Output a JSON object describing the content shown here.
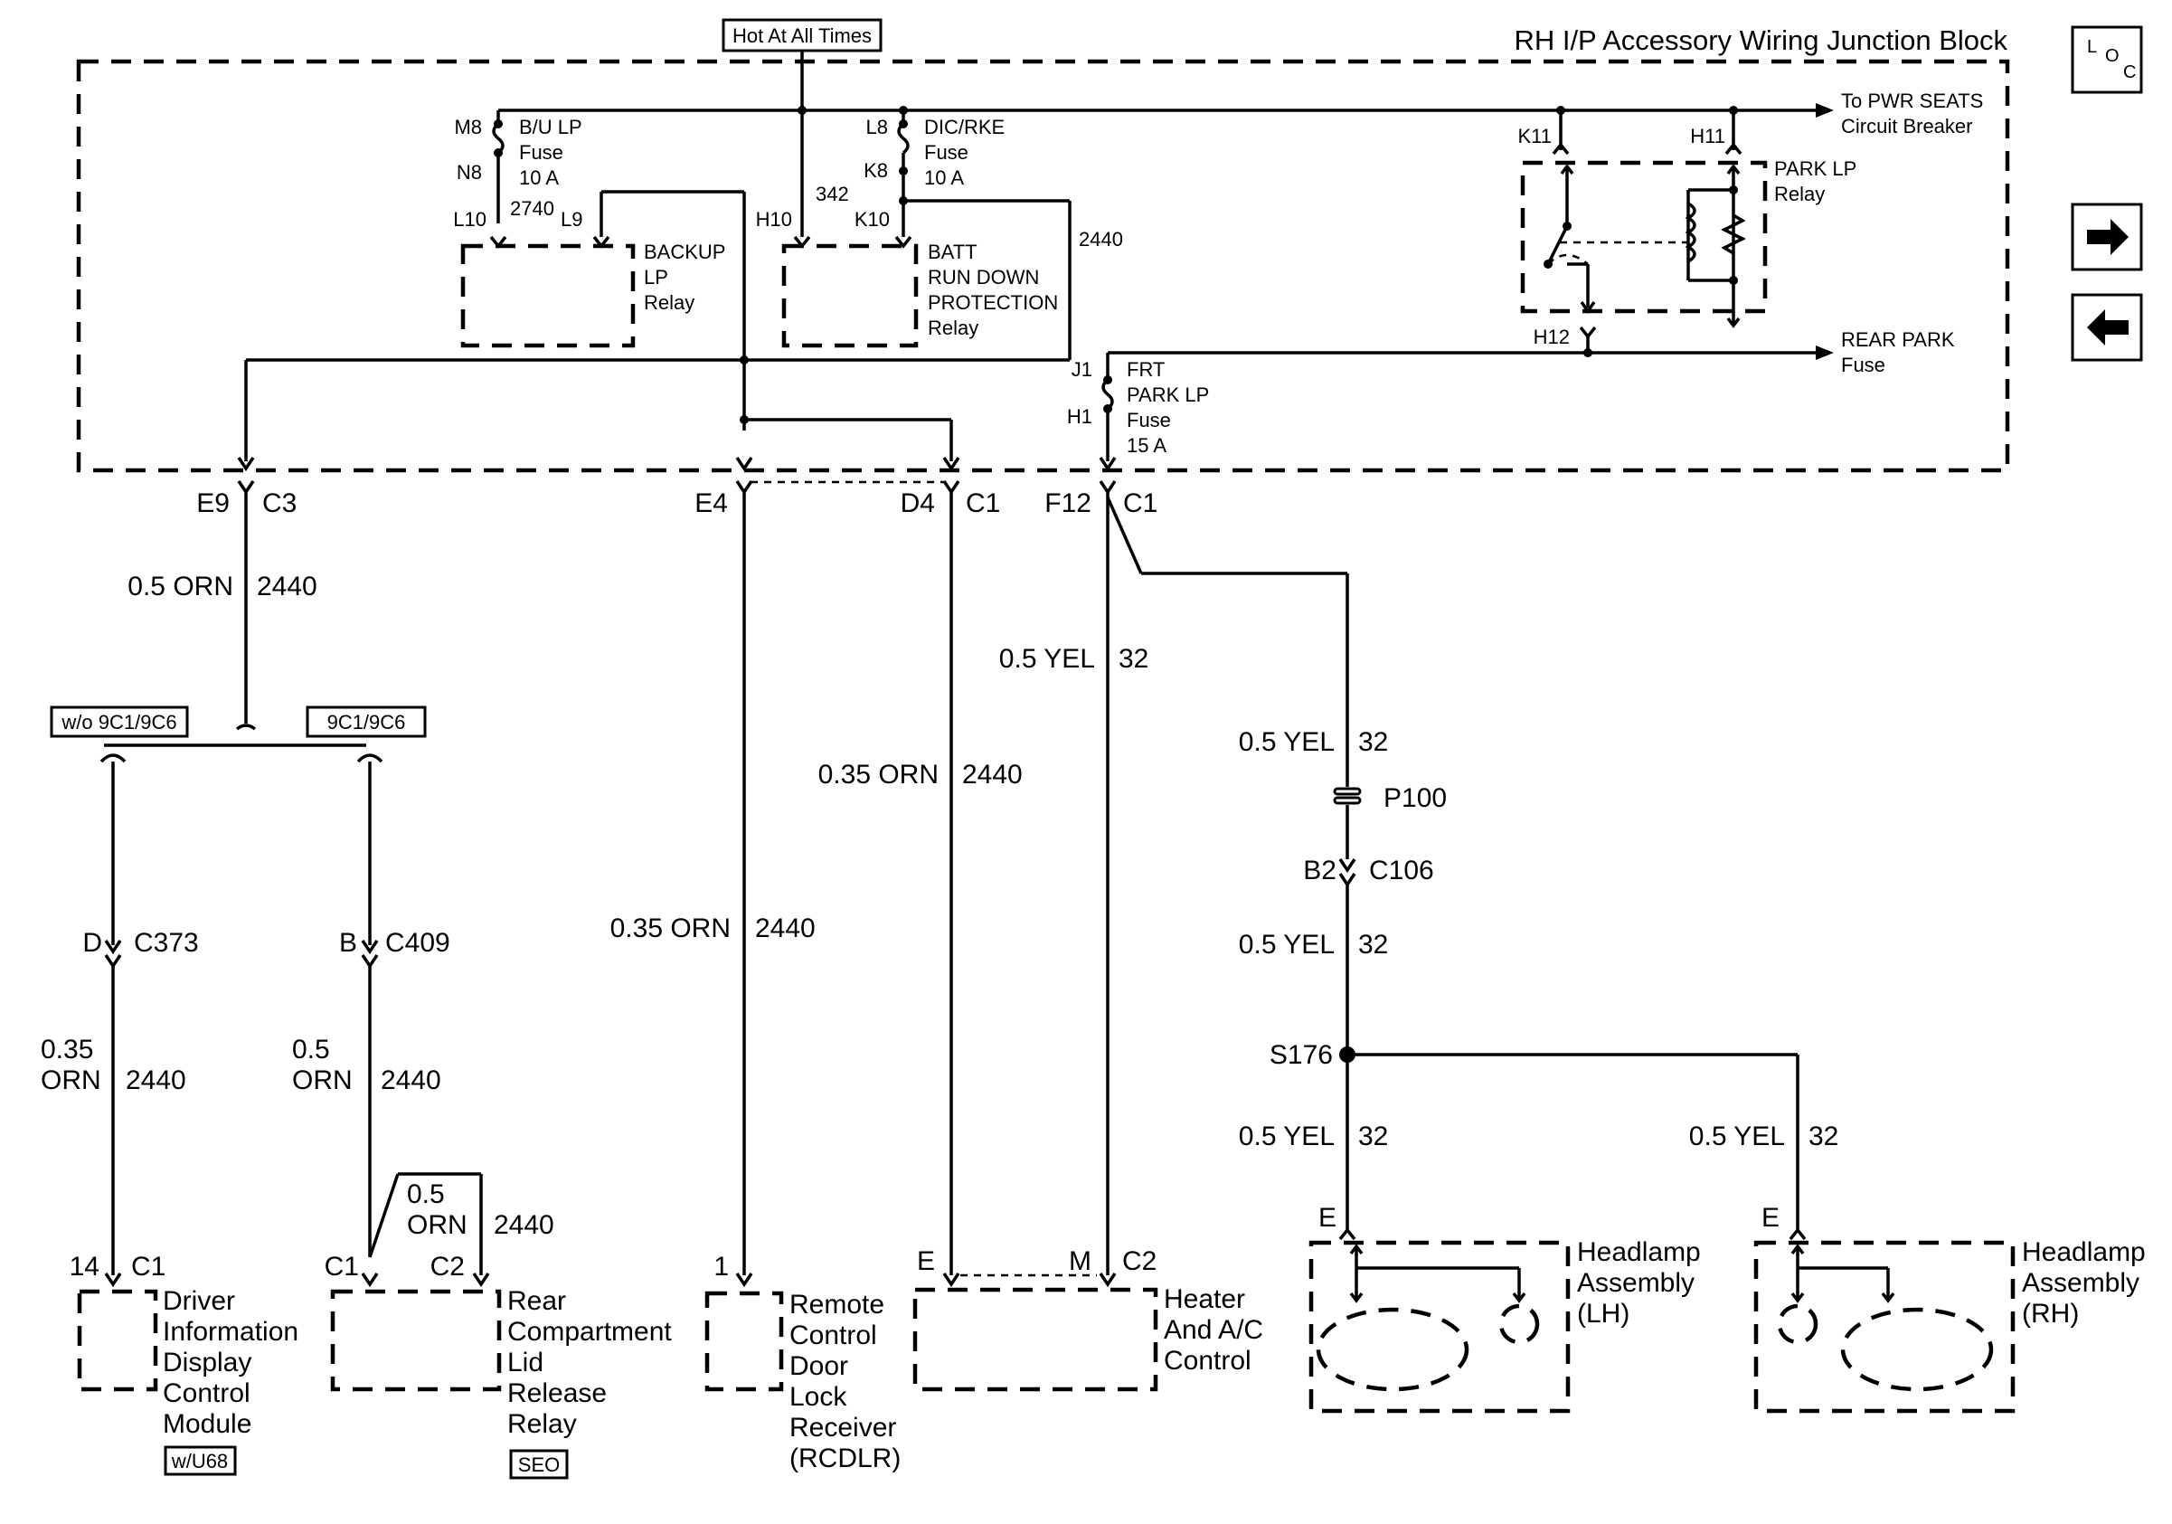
{
  "block": {
    "title": "RH I/P Accessory Wiring Junction Block",
    "hot_label": "Hot At All Times",
    "to_pwr_seats": [
      "To PWR SEATS",
      "Circuit Breaker"
    ],
    "rear_park": [
      "REAR PARK",
      "Fuse"
    ],
    "bu_fuse": {
      "pins": [
        "M8",
        "N8"
      ],
      "lines": [
        "B/U LP",
        "Fuse",
        "10 A"
      ],
      "circuit": "2740"
    },
    "backup_relay": {
      "pins": [
        "L10",
        "L9"
      ],
      "lines": [
        "BACKUP",
        "LP",
        "Relay"
      ]
    },
    "h10": {
      "pin": "H10",
      "circuit": "342"
    },
    "dic_fuse": {
      "pins": [
        "L8",
        "K8"
      ],
      "lines": [
        "DIC/RKE",
        "Fuse",
        "10 A"
      ]
    },
    "batt_relay": {
      "pin": "K10",
      "lines": [
        "BATT",
        "RUN DOWN",
        "PROTECTION",
        "Relay"
      ],
      "circuit": "2440"
    },
    "park_relay": {
      "pins": [
        "K11",
        "H11",
        "H12"
      ],
      "lines": [
        "PARK LP",
        "Relay"
      ]
    },
    "frt_fuse": {
      "pins": [
        "J1",
        "H1"
      ],
      "lines": [
        "FRT",
        "PARK LP",
        "Fuse",
        "15 A"
      ]
    }
  },
  "connectors": {
    "e9": "E9",
    "c3": "C3",
    "e4": "E4",
    "d4": "D4",
    "c1a": "C1",
    "f12": "F12",
    "c1b": "C1"
  },
  "wires": {
    "w1": {
      "spec": "0.5 ORN",
      "circuit": "2440"
    },
    "w_yel_a": {
      "spec": "0.5 YEL",
      "circuit": "32"
    },
    "w_orn_mid": {
      "spec": "0.35 ORN",
      "circuit": "2440"
    },
    "w_orn_low": {
      "spec": "0.35 ORN",
      "circuit": "2440"
    },
    "w_yel_b": {
      "spec": "0.5 YEL",
      "circuit": "32"
    },
    "w_yel_c": {
      "spec": "0.5 YEL",
      "circuit": "32"
    },
    "w_yel_d": {
      "spec": "0.5 YEL",
      "circuit": "32"
    },
    "w_yel_e": {
      "spec": "0.5 YEL",
      "circuit": "32"
    },
    "w_d": {
      "spec": [
        "0.35",
        "ORN"
      ],
      "circuit": "2440"
    },
    "w_b": {
      "spec": [
        "0.5",
        "ORN"
      ],
      "circuit": "2440"
    },
    "w_rel": {
      "spec": [
        "0.5",
        "ORN"
      ],
      "circuit": "2440"
    }
  },
  "options": {
    "left": "w/o 9C1/9C6",
    "right": "9C1/9C6",
    "u68": "w/U68",
    "seo": "SEO"
  },
  "inline": {
    "c373": {
      "pin": "D",
      "conn": "C373"
    },
    "c409": {
      "pin": "B",
      "conn": "C409"
    },
    "p100": "P100",
    "c106": {
      "pin": "B2",
      "conn": "C106"
    },
    "s176": "S176"
  },
  "components": {
    "dic_module": {
      "pin": "14",
      "conn": "C1",
      "lines": [
        "Driver",
        "Information",
        "Display",
        "Control",
        "Module"
      ]
    },
    "rear_relay": {
      "pin": "C1",
      "pin2": "C2",
      "lines": [
        "Rear",
        "Compartment",
        "Lid",
        "Release",
        "Relay"
      ]
    },
    "rcdlr": {
      "pin": "1",
      "lines": [
        "Remote",
        "Control",
        "Door",
        "Lock",
        "Receiver",
        "(RCDLR)"
      ]
    },
    "hvac": {
      "pin": "E",
      "pin2": "M",
      "conn": "C2",
      "lines": [
        "Heater",
        "And A/C",
        "Control"
      ]
    },
    "hl_lh": {
      "pin": "E",
      "lines": [
        "Headlamp",
        "Assembly",
        "(LH)"
      ]
    },
    "hl_rh": {
      "pin": "E",
      "lines": [
        "Headlamp",
        "Assembly",
        "(RH)"
      ]
    }
  },
  "nav": {
    "loc_icon": "loc-icon",
    "next_icon": "arrow-right-icon",
    "prev_icon": "arrow-left-icon"
  }
}
